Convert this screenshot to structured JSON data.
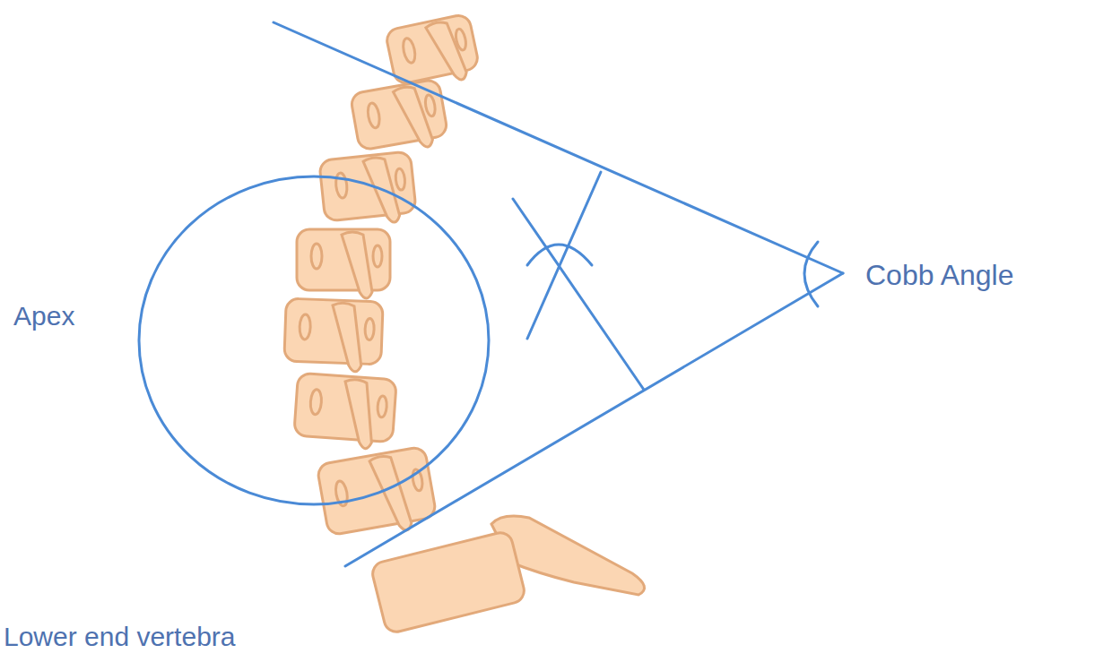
{
  "diagram": {
    "labels": [
      "Apex",
      "Cobb Angle",
      "Lower end vertebra"
    ]
  }
}
